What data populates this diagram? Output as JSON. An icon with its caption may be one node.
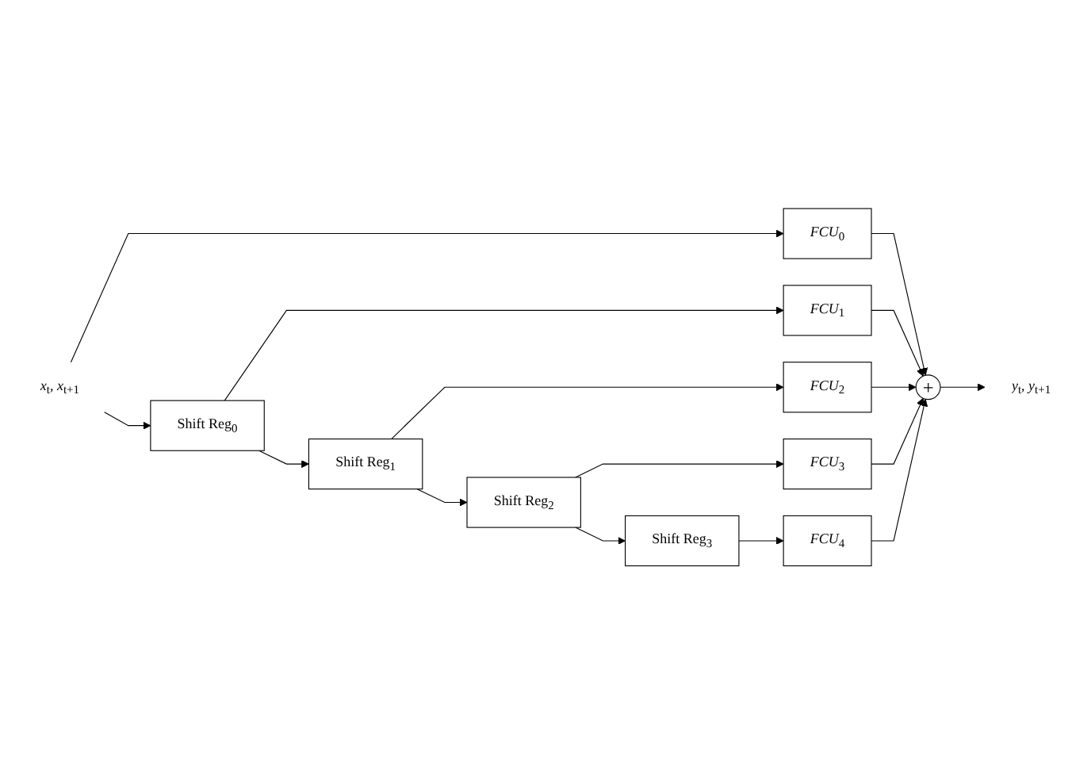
{
  "diagram": {
    "nodes": [
      {
        "text": [
          "*x*$_{t}$, *x*$_{t+1}$"
        ]
      },
      {
        "text": [
          "*FCU*$_{0}$"
        ]
      },
      {
        "text": [
          "Shift Reg$_{0}$"
        ]
      },
      {
        "text": [
          "*FCU*$_{1}$"
        ]
      },
      {
        "text": [
          "Shift Reg$_{1}$"
        ]
      },
      {
        "text": [
          "*FCU*$_{2}$"
        ]
      },
      {
        "text": [
          "Shift Reg$_{2}$"
        ]
      },
      {
        "text": [
          "*FCU*$_{3}$"
        ]
      },
      {
        "text": [
          "Shift Reg$_{3}$"
        ]
      },
      {
        "text": [
          "*FCU*$_{4}$"
        ]
      },
      {
        "text": [
          "+"
        ]
      },
      {
        "text": [
          "*y*$_{t}$, *y*$_{t+1}$"
        ]
      }
    ],
    "edges": [
      {
        "from": 0,
        "to": 1,
        "arrow": "to"
      },
      {
        "from": 0,
        "to": 2,
        "arrow": "to"
      },
      {
        "from": 2,
        "to": 3,
        "arrow": "to"
      },
      {
        "from": 2,
        "to": 4,
        "arrow": "to"
      },
      {
        "from": 4,
        "to": 5,
        "arrow": "to"
      },
      {
        "from": 4,
        "to": 6,
        "arrow": "to"
      },
      {
        "from": 6,
        "to": 7,
        "arrow": "to"
      },
      {
        "from": 6,
        "to": 8,
        "arrow": "to"
      },
      {
        "from": 8,
        "to": 9,
        "arrow": "to"
      },
      {
        "from": 1,
        "to": 10,
        "arrow": "to"
      },
      {
        "from": 3,
        "to": 10,
        "arrow": "to"
      },
      {
        "from": 5,
        "to": 10,
        "arrow": "to"
      },
      {
        "from": 7,
        "to": 10,
        "arrow": "to"
      },
      {
        "from": 9,
        "to": 10,
        "arrow": "to"
      },
      {
        "from": 10,
        "to": 11,
        "arrow": "to"
      }
    ]
  }
}
